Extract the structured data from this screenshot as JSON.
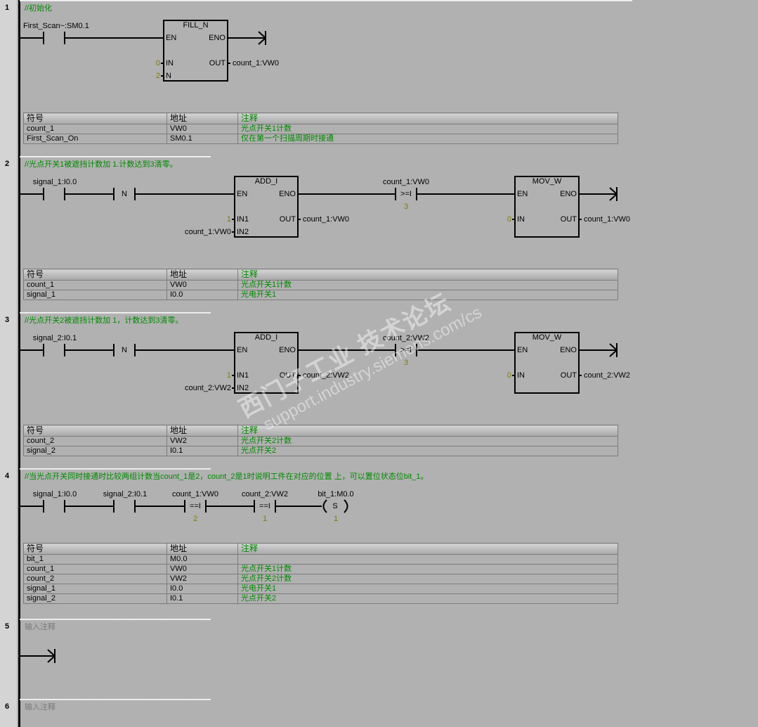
{
  "networks": [
    {
      "number": "1",
      "comment": "//初始化",
      "rung": {
        "contact_label": "First_Scan~:SM0.1",
        "box": {
          "title": "FILL_N",
          "en": "EN",
          "eno": "ENO",
          "in1_pin": "IN",
          "in1_val": "0",
          "in2_pin": "N",
          "in2_val": "2",
          "out_pin": "OUT",
          "out_val": "count_1:VW0"
        }
      },
      "table": {
        "headers": [
          "符号",
          "地址",
          "注释"
        ],
        "rows": [
          [
            "count_1",
            "VW0",
            "光点开关1计数"
          ],
          [
            "First_Scan_On",
            "SM0.1",
            "仅在第一个扫描周期时接通"
          ]
        ]
      }
    },
    {
      "number": "2",
      "comment": "//光点开关1被遮挡计数加 1.计数达到3清零。",
      "rung": {
        "contact_label": "signal_1:I0.0",
        "edge_label": "N",
        "box": {
          "title": "ADD_I",
          "en": "EN",
          "eno": "ENO",
          "in1_pin": "IN1",
          "in1_val": "1",
          "in2_pin": "IN2",
          "in2_val": "count_1:VW0",
          "out_pin": "OUT",
          "out_val": "count_1:VW0"
        },
        "compare": {
          "label": "count_1:VW0",
          "op": ">=I",
          "value": "3"
        },
        "box2": {
          "title": "MOV_W",
          "en": "EN",
          "eno": "ENO",
          "in1_pin": "IN",
          "in1_val": "0",
          "out_pin": "OUT",
          "out_val": "count_1:VW0"
        }
      },
      "table": {
        "headers": [
          "符号",
          "地址",
          "注释"
        ],
        "rows": [
          [
            "count_1",
            "VW0",
            "光点开关1计数"
          ],
          [
            "signal_1",
            "I0.0",
            "光电开关1"
          ]
        ]
      }
    },
    {
      "number": "3",
      "comment": "//光点开关2被遮挡计数加 1，计数达到3清零。",
      "rung": {
        "contact_label": "signal_2:I0.1",
        "edge_label": "N",
        "box": {
          "title": "ADD_I",
          "en": "EN",
          "eno": "ENO",
          "in1_pin": "IN1",
          "in1_val": "1",
          "in2_pin": "IN2",
          "in2_val": "count_2:VW2",
          "out_pin": "OUT",
          "out_val": "count_2:VW2"
        },
        "compare": {
          "label": "count_2:VW2",
          "op": ">=I",
          "value": "3"
        },
        "box2": {
          "title": "MOV_W",
          "en": "EN",
          "eno": "ENO",
          "in1_pin": "IN",
          "in1_val": "0",
          "out_pin": "OUT",
          "out_val": "count_2:VW2"
        }
      },
      "table": {
        "headers": [
          "符号",
          "地址",
          "注释"
        ],
        "rows": [
          [
            "count_2",
            "VW2",
            "光点开关2计数"
          ],
          [
            "signal_2",
            "I0.1",
            "光点开关2"
          ]
        ]
      }
    },
    {
      "number": "4",
      "comment": "//当光点开关同时接通时比较两组计数当count_1是2，count_2是1时说明工件在对应的位置 上，可以置位状态位bit_1。",
      "rung": {
        "contact1_label": "signal_1:I0.0",
        "contact2_label": "signal_2:I0.1",
        "compare1": {
          "label": "count_1:VW0",
          "op": "==I",
          "value": "2"
        },
        "compare2": {
          "label": "count_2:VW2",
          "op": "==I",
          "value": "1"
        },
        "coil": {
          "label": "bit_1:M0.0",
          "op": "S",
          "value": "1"
        }
      },
      "table": {
        "headers": [
          "符号",
          "地址",
          "注释"
        ],
        "rows": [
          [
            "bit_1",
            "M0.0",
            ""
          ],
          [
            "count_1",
            "VW0",
            "光点开关1计数"
          ],
          [
            "count_2",
            "VW2",
            "光点开关2计数"
          ],
          [
            "signal_1",
            "I0.0",
            "光电开关1"
          ],
          [
            "signal_2",
            "I0.1",
            "光点开关2"
          ]
        ]
      }
    },
    {
      "number": "5",
      "comment": "输入注释"
    },
    {
      "number": "6",
      "comment": "输入注释"
    }
  ],
  "watermark": {
    "line1": "西门子工业 技术论坛",
    "line2": "support.industry.siemens.com/cs"
  }
}
